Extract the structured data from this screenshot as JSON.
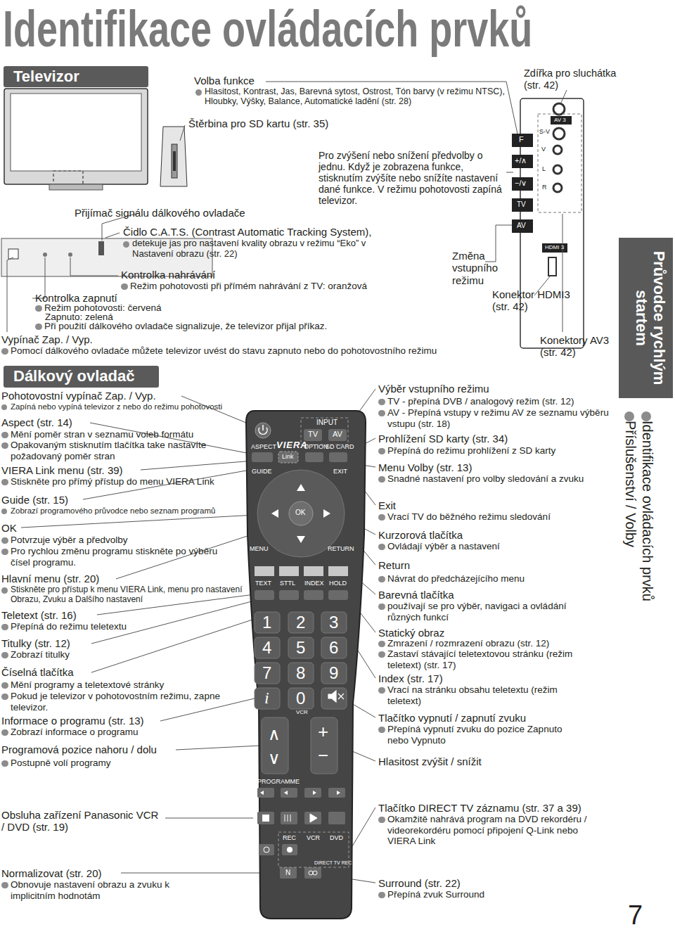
{
  "diagram": {
    "title": "Identifikace ovládacích prvků",
    "nodes": [
      {
        "text": [
          "Televizor"
        ]
      },
      {
        "text": [
          "Dálkový ovladač"
        ]
      },
      {
        "text": [
          "Průvodce rychlým startem"
        ]
      }
    ],
    "labels": [
      "Volba funkce",
      "Hlasitost, Kontrast, Jas, Barevná sytost, Ostrost, Tón barvy (v režimu NTSC), Hloubky, Výšky, Balance, Automatické ladění (str. 28)",
      "Štěrbina pro SD kartu (str. 35)",
      "Zdířka pro sluchátka (str. 42)",
      "Pro zvýšení nebo snížení předvolby o jednu. Když je zobrazena funkce, stisknutím zvýšíte nebo snížíte nastavení dané funkce. V režimu pohotovosti zapíná televizor.",
      "Přijímač signálu dálkového ovladače",
      "Čidlo C.A.T.S. (Contrast Automatic Tracking System),",
      "detekuje jas pro nastavení kvality obrazu v režimu “Eko” v Nastavení obrazu (str. 22)",
      "Změna vstupního režimu",
      "Kontrolka nahrávání",
      "Režim pohotovosti při přímém nahrávání z TV: oranžová",
      "Konektor HDMI3 (str. 42)",
      "Kontrolka zapnutí",
      "Režim pohotovosti: červená",
      "Zapnuto: zelená",
      "Při použití dálkového ovladače signalizuje, že televizor přijal příkaz.",
      "Vypínač Zap. / Vyp.",
      "Konektory AV3 (str. 42)",
      "Pomocí dálkového ovladače můžete televizor uvést do stavu zapnuto nebo do pohotovostního režimu",
      "Pohotovostní vypínač Zap. / Vyp.",
      "Zapíná nebo vypíná televizor z nebo do režimu pohotovosti",
      "Aspect (str. 14)",
      "Mění poměr stran v seznamu voleb formátu",
      "Opakovaným stisknutím tlačítka take nastavíte požadovaný poměr stran",
      "VIERA Link menu (str. 39)",
      "Stiskněte pro přímý přístup do menu VIERA Link",
      "Guide (str. 15)",
      "Zobrazí programového průvodce nebo seznam programů",
      "OK",
      "Potvrzuje výběr a předvolby",
      "Pro rychlou změnu programu stiskněte po výběru čísel programu.",
      "Hlavní menu (str. 20)",
      "Stiskněte pro přístup k menu VIERA Link, menu pro nastavení Obrazu, Zvuku a Dalšího nastavení",
      "Teletext (str. 16)",
      "Přepíná do režimu teletextu",
      "Titulky (str. 12)",
      "Zobrazí titulky",
      "Číselná tlačítka",
      "Mění programy a teletextové stránky",
      "Pokud je televizor v pohotovostním režimu, zapne televizor.",
      "Informace o programu (str. 13)",
      "Zobrazí informace o programu",
      "Programová pozice nahoru / dolu",
      "Postupně volí programy",
      "Obsluha zařízení Panasonic VCR / DVD (str. 19)",
      "Normalizovat (str. 20)",
      "Obnovuje nastavení obrazu a zvuku k implicitním hodnotám",
      "Výběr vstupního režimu",
      "TV - přepíná DVB / analogový režim (str. 12)",
      "AV - Přepíná vstupy v režimu AV ze seznamu výběru vstupu (str. 18)",
      "Prohlížení SD karty (str. 34)",
      "Přepíná do režimu prohlížení z SD karty",
      "Menu Volby (str. 13)",
      "Snadné nastavení pro volby sledování a zvuku",
      "Exit",
      "Vrací TV do běžného režimu sledování",
      "Kurzorová tlačítka",
      "Ovládají výběr a nastavení",
      "Return",
      "Návrat do předcházejícího menu",
      "Barevná tlačítka",
      "používají se pro výběr, navigaci a ovládání různých funkcí",
      "Statický obraz",
      "Zmrazení / rozmrazení obrazu (str. 12)",
      "Zastaví stávající teletextovou stránku (režim teletext) (str. 17)",
      "Index (str. 17)",
      "Vrací na stránku obsahu teletextu (režim teletext)",
      "Tlačítko vypnutí / zapnutí zvuku",
      "Přepíná vypnutí zvuku do pozice Zapnuto nebo Vypnuto",
      "Hlasitost zvýšit / snížit",
      "Tlačítko DIRECT TV záznamu (str. 37 a 39)",
      "Okamžitě nahrává program na DVD rekordéru / videorekordéru pomocí připojení Q-Link nebo VIERA Link",
      "Surround (str. 22)",
      "Přepíná zvuk Surround",
      "Identifikace ovládacích prvků",
      "Příslušenství / Volby",
      "7",
      "INPUT",
      "TV",
      "AV",
      "ASPECT",
      "VIERA",
      "OPTION",
      "SD CARD",
      "Link",
      "GUIDE",
      "EXIT",
      "OK",
      "MENU",
      "RETURN",
      "TEXT",
      "STTL",
      "INDEX",
      "HOLD",
      "1",
      "2",
      "3",
      "4",
      "5",
      "6",
      "7",
      "8",
      "9",
      "i",
      "0",
      "VCR",
      "∧",
      "∨",
      "+",
      "−",
      "PROGRAMME",
      "REC",
      "VCR",
      "DVD",
      "DIRECT TV REC",
      "N",
      "F",
      "+/∧",
      "−/∨",
      "TV",
      "AV",
      "AV 3",
      "S-V",
      "V",
      "L",
      "R",
      "HDMI 3"
    ]
  }
}
